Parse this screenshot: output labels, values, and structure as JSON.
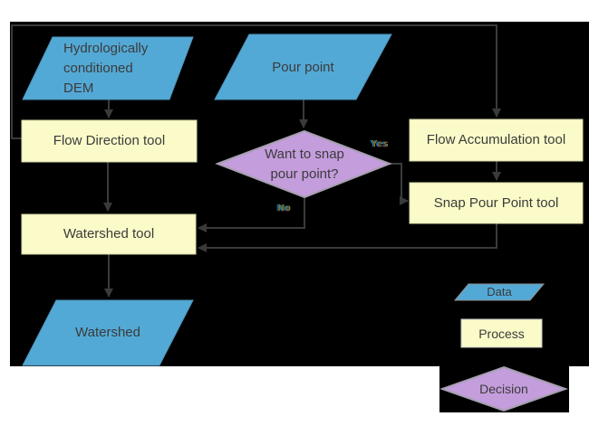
{
  "flowchart": {
    "nodes": {
      "dem": {
        "lines": [
          "Hydrologically",
          "conditioned",
          "DEM"
        ]
      },
      "pour_point": {
        "label": "Pour point"
      },
      "flow_direction": {
        "label": "Flow Direction tool"
      },
      "decision": {
        "lines": [
          "Want to snap",
          "pour point?"
        ]
      },
      "flow_accumulation": {
        "label": "Flow Accumulation tool"
      },
      "snap_pour_point": {
        "label": "Snap Pour Point tool"
      },
      "watershed_tool": {
        "label": "Watershed tool"
      },
      "watershed": {
        "label": "Watershed"
      }
    },
    "edge_labels": {
      "yes": "Yes",
      "no": "No"
    },
    "legend": {
      "data": {
        "label": "Data"
      },
      "process": {
        "label": "Process"
      },
      "decision": {
        "label": "Decision"
      }
    },
    "colors": {
      "background": "#000000",
      "page": "#ffffff",
      "data_fill": "#53a9d6",
      "process_fill": "#fbfbc9",
      "decision_fill": "#c49ddc",
      "connector": "#3a3a3a",
      "text": "#3b3b3b"
    }
  }
}
